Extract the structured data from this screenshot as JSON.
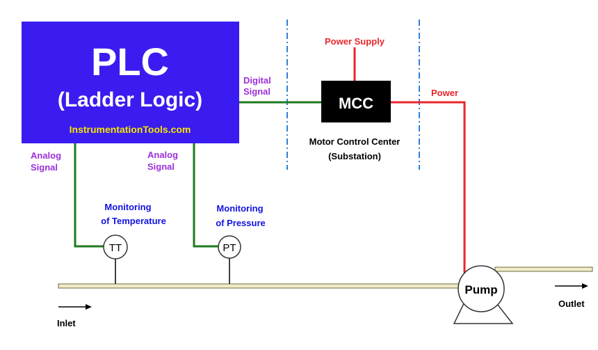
{
  "plc": {
    "title": "PLC",
    "subtitle": "(Ladder Logic)",
    "watermark": "InstrumentationTools.com"
  },
  "signals": {
    "digital_line1": "Digital",
    "digital_line2": "Signal",
    "analog_tt_line1": "Analog",
    "analog_tt_line2": "Signal",
    "analog_pt_line1": "Analog",
    "analog_pt_line2": "Signal"
  },
  "mcc": {
    "label": "MCC",
    "power_supply": "Power Supply",
    "power": "Power",
    "caption_line1": "Motor Control Center",
    "caption_line2": "(Substation)"
  },
  "instruments": {
    "tt_label": "TT",
    "pt_label": "PT",
    "tt_caption_line1": "Monitoring",
    "tt_caption_line2": "of Temperature",
    "pt_caption_line1": "Monitoring",
    "pt_caption_line2": "of Pressure"
  },
  "process": {
    "pump_label": "Pump",
    "inlet_label": "Inlet",
    "outlet_label": "Outlet"
  },
  "colors": {
    "plc_fill": "#3a1cf0",
    "signal_line": "#1e7a1e",
    "power_line": "#e8262a",
    "signal_text": "#9b30d9",
    "monitor_text": "#1212e0",
    "watermark_text": "#f5e500",
    "pipe_fill": "#f0ebc8",
    "divider": "#2f7fd6"
  }
}
